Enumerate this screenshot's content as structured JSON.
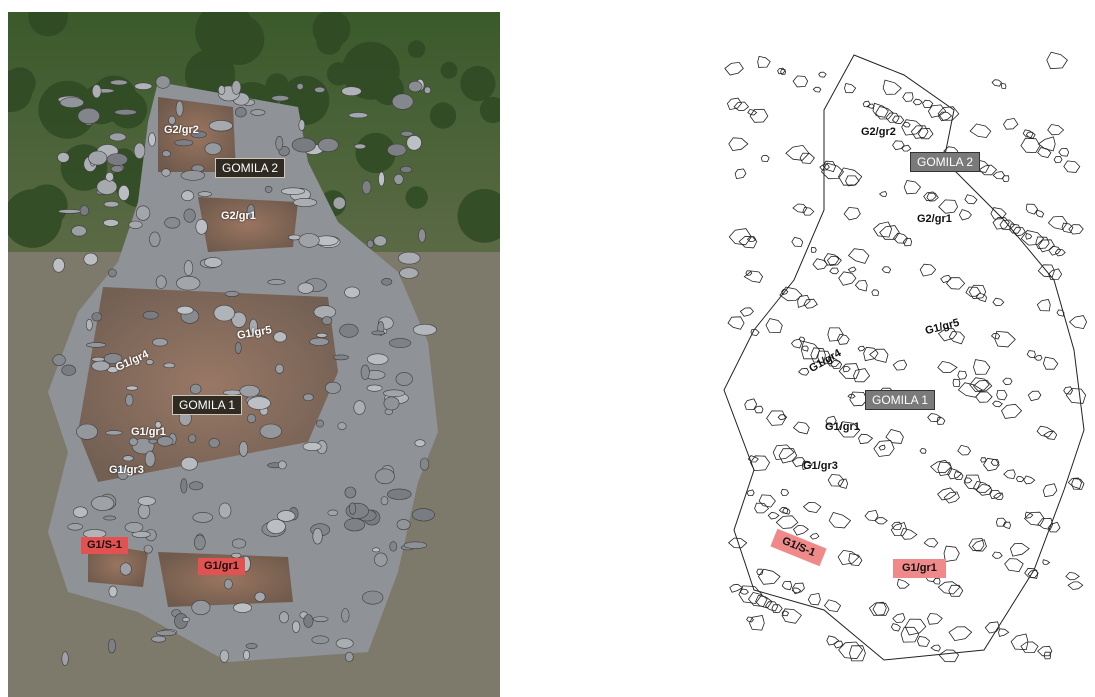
{
  "photo": {
    "labels": {
      "g2_gr2": "G2/gr2",
      "gomila2": "GOMILA 2",
      "g2_gr1": "G2/gr1",
      "g1_gr5": "G1/gr5",
      "g1_gr4": "G1/gr4",
      "gomila1": "GOMILA 1",
      "g1_gr1": "G1/gr1",
      "g1_gr3": "G1/gr3",
      "g1_s1": "G1/S-1",
      "g1_gr1_red": "G1/gr1"
    }
  },
  "drawing": {
    "labels": {
      "g2_gr2": "G2/gr2",
      "gomila2": "GOMILA 2",
      "g2_gr1": "G2/gr1",
      "g1_gr5": "G1/gr5",
      "g1_gr4": "G1/gr4",
      "gomila1": "GOMILA 1",
      "g1_gr1": "G1/gr1",
      "g1_gr3": "G1/gr3",
      "g1_s1": "G1/S-1",
      "g1_gr1_red": "G1/gr1"
    }
  },
  "colors": {
    "forest": "#3f5a2e",
    "rock": "#8c8f93",
    "soil": "#8a6a55",
    "label_red": "#e45151",
    "drawing_red": "#f08a8a",
    "drawing_gray": "#7a7a7a"
  }
}
